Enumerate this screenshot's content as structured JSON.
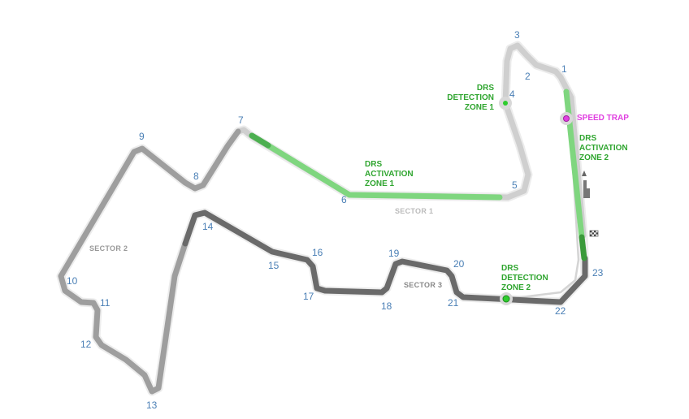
{
  "colors": {
    "sector1": "#cfcfcf",
    "sector2": "#9e9e9e",
    "sector3": "#6a6a6a",
    "drs_zone": "#7fd67f",
    "drs_dark": "#3a9a3a",
    "turn_number": "#4a7fb5",
    "drs_text": "#2fa52f",
    "speed_trap": "#e040e0"
  },
  "turns": [
    "1",
    "2",
    "3",
    "4",
    "5",
    "6",
    "7",
    "8",
    "9",
    "10",
    "11",
    "12",
    "13",
    "14",
    "15",
    "16",
    "17",
    "18",
    "19",
    "20",
    "21",
    "22",
    "23"
  ],
  "sectors": {
    "s1": "SECTOR 1",
    "s2": "SECTOR 2",
    "s3": "SECTOR 3"
  },
  "drs": {
    "detection1": [
      "DRS",
      "DETECTION",
      "ZONE 1"
    ],
    "detection2": [
      "DRS",
      "DETECTION",
      "ZONE 2"
    ],
    "activation1": [
      "DRS",
      "ACTIVATION",
      "ZONE 1"
    ],
    "activation2": [
      "DRS",
      "ACTIVATION",
      "ZONE 2"
    ]
  },
  "speed_trap": "SPEED TRAP",
  "icons": [
    "checkered-flag-icon",
    "pit-building-icon",
    "speed-trap-marker-icon",
    "drs-detection-marker-icon"
  ]
}
